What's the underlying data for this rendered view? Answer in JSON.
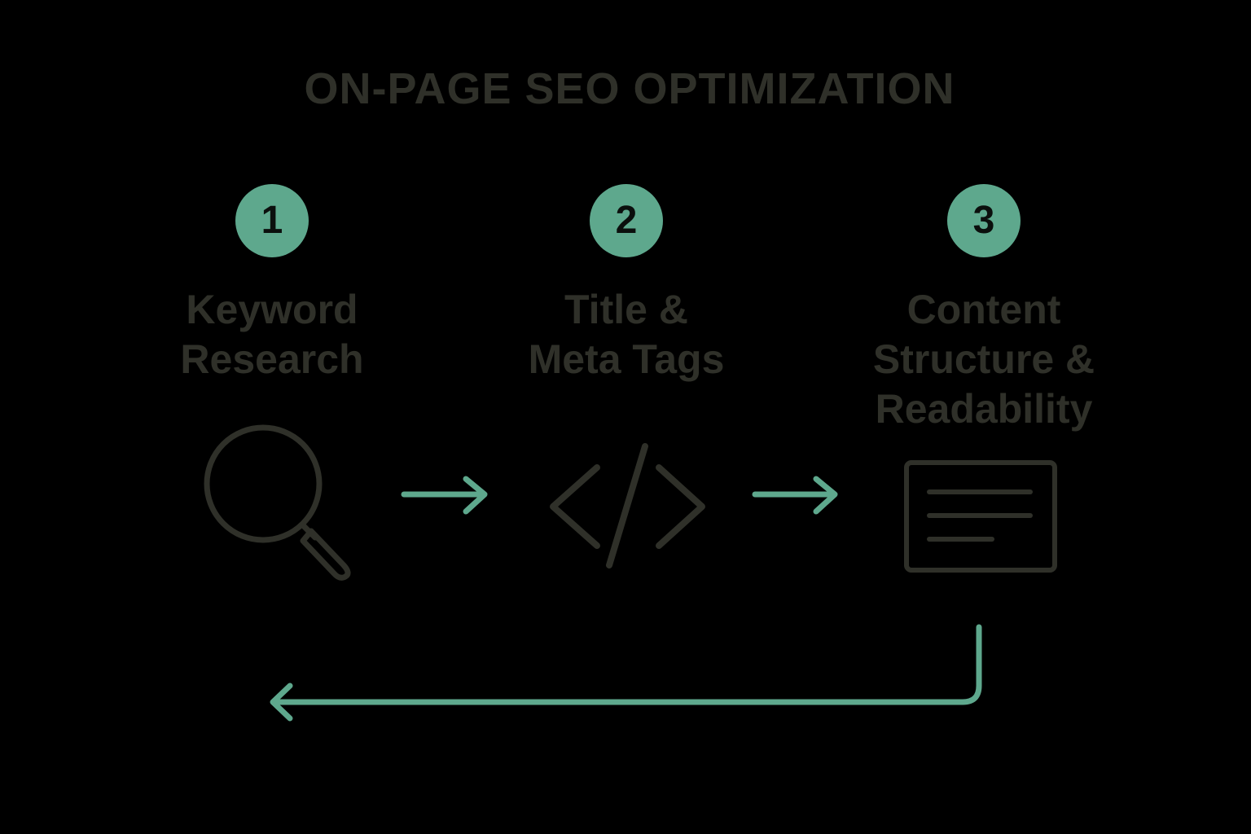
{
  "title": "ON-PAGE SEO OPTIMIZATION",
  "colors": {
    "background": "#000000",
    "accent": "#5ea88d",
    "text_dark": "#2f3029",
    "icon_stroke": "#2f3029"
  },
  "steps": [
    {
      "number": "1",
      "label_lines": [
        "Keyword",
        "Research"
      ],
      "icon": "magnifier-icon"
    },
    {
      "number": "2",
      "label_lines": [
        "Title &",
        "Meta Tags"
      ],
      "icon": "code-brackets-icon"
    },
    {
      "number": "3",
      "label_lines": [
        "Content",
        "Structure &",
        "Readability"
      ],
      "icon": "document-lines-icon"
    }
  ],
  "connectors": [
    {
      "from": "1",
      "to": "2",
      "icon": "arrow-right-icon"
    },
    {
      "from": "2",
      "to": "3",
      "icon": "arrow-right-icon"
    },
    {
      "from": "3",
      "to": "1",
      "icon": "loop-back-arrow-icon"
    }
  ]
}
